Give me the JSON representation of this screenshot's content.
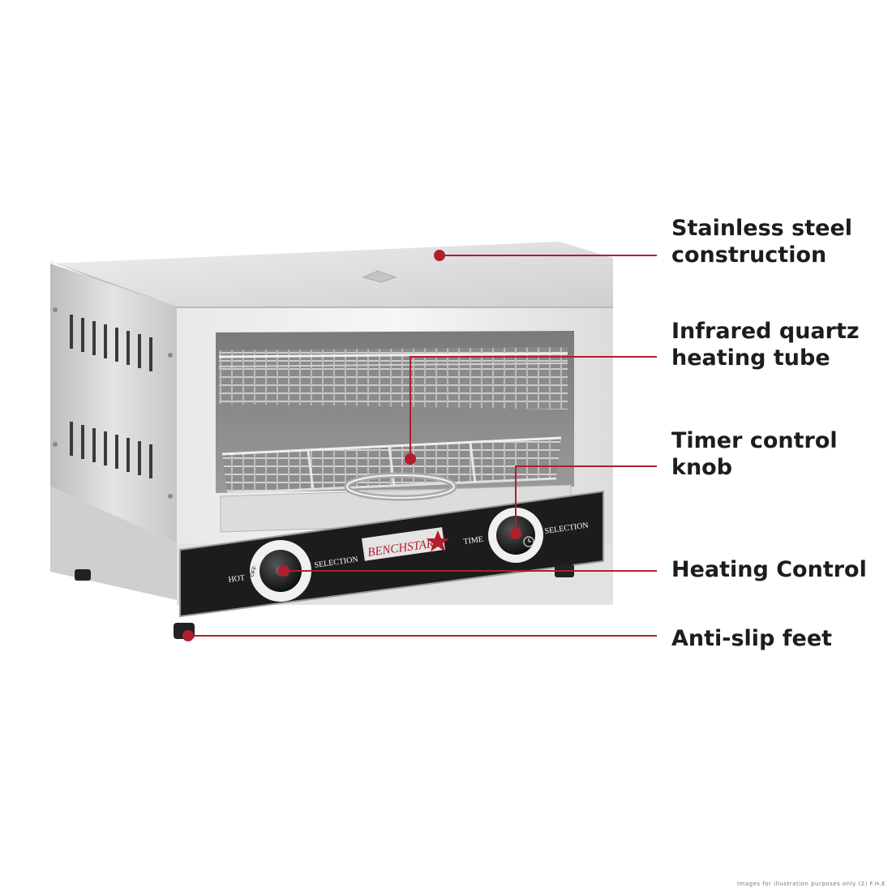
{
  "callouts": {
    "construction": "Stainless steel\nconstruction",
    "heating_tube": "Infrared quartz\nheating tube",
    "timer_knob": "Timer control\nknob",
    "heating_control": "Heating Control",
    "feet": "Anti-slip feet"
  },
  "panel": {
    "brand": "BENCHSTAR",
    "hot": "HOT",
    "selection_left": "SELECTION",
    "time": "TIME",
    "selection_right": "SELECTION",
    "off": "OFF"
  },
  "disclaimer": "Images for illustration purposes only (2) F.H.E",
  "colors": {
    "accent": "#b01e2f",
    "panel": "#1c1c1c",
    "steel": "#d8d8d8",
    "text": "#1d1d1f"
  }
}
